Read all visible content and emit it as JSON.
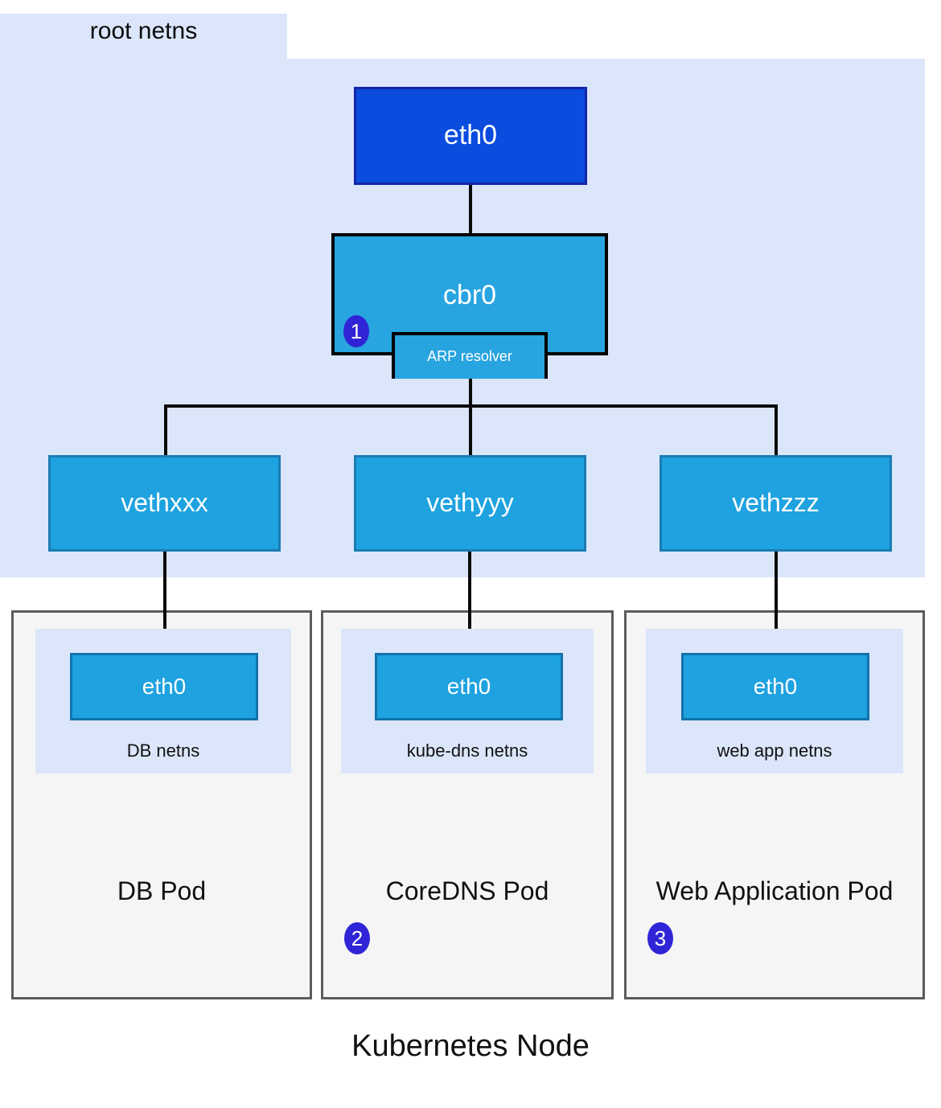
{
  "diagram": {
    "caption": "Kubernetes Node",
    "root_namespace": {
      "label": "root netns",
      "fill": "#dbe6fb"
    },
    "nodes": {
      "host_eth0": {
        "label": "eth0",
        "fill": "#0b4cdf",
        "border": "#1225a8"
      },
      "bridge": {
        "label": "cbr0",
        "fill": "#28a4e0",
        "border": "#000000"
      },
      "arp_resolver": {
        "label": "ARP resolver",
        "fill": "#28a4e0",
        "border": "#000000"
      }
    },
    "veth_pairs": [
      {
        "label": "vethxxx",
        "fill": "#1ea2e0",
        "border": "#1b7cb3"
      },
      {
        "label": "vethyyy",
        "fill": "#1ea2e0",
        "border": "#1b7cb3"
      },
      {
        "label": "vethzzz",
        "fill": "#1ea2e0",
        "border": "#1b7cb3"
      }
    ],
    "pods": [
      {
        "title": "DB Pod",
        "netns_label": "DB netns",
        "interface_label": "eth0",
        "badge": null
      },
      {
        "title": "CoreDNS Pod",
        "netns_label": "kube-dns netns",
        "interface_label": "eth0",
        "badge": "2"
      },
      {
        "title": "Web Application Pod",
        "netns_label": "web app netns",
        "interface_label": "eth0",
        "badge": "3"
      }
    ],
    "badges": [
      {
        "id": "1",
        "anchor": "cbr0",
        "color": "#2f25d6"
      },
      {
        "id": "2",
        "anchor": "coredns-pod",
        "color": "#2f25d6"
      },
      {
        "id": "3",
        "anchor": "web-application-pod",
        "color": "#2f25d6"
      }
    ],
    "colors": {
      "root_netns_fill": "#dbe6fb",
      "pod_fill": "#f5f5f5",
      "pod_border": "#5c5c5c",
      "link_line": "#0a0a0a",
      "badge_fill": "#2f25d6",
      "accent_blue": "#1ea2e0",
      "host_nic_blue": "#0b4cdf"
    }
  }
}
